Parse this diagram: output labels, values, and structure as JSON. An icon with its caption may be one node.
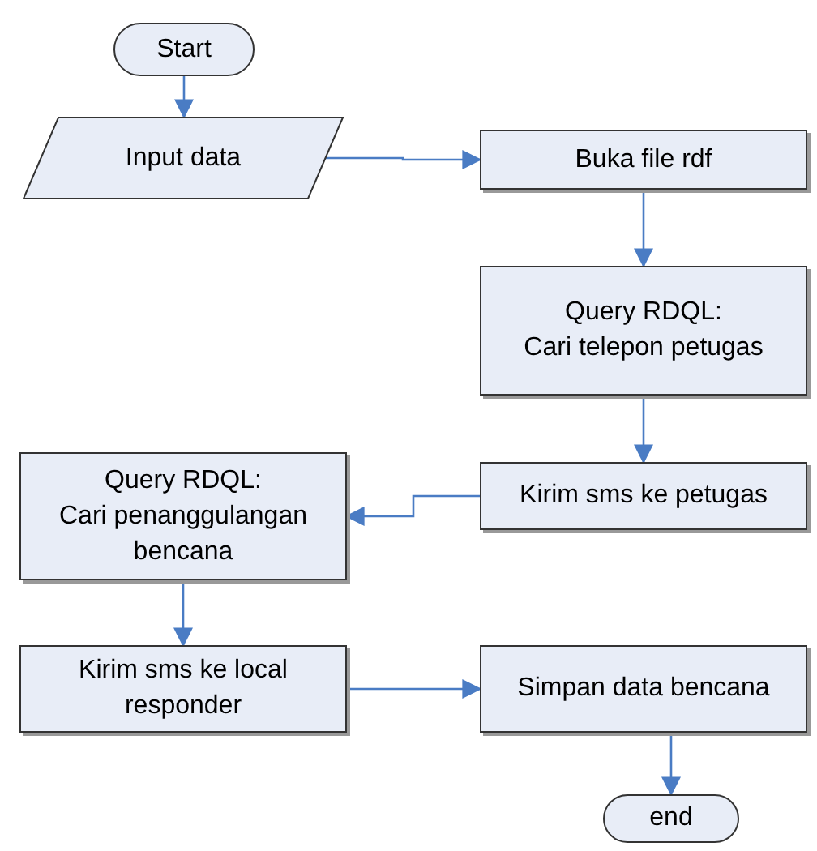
{
  "diagram": {
    "nodes": [
      {
        "text": [
          "Start"
        ]
      },
      {
        "text": [
          "Input data"
        ]
      },
      {
        "text": [
          "Buka file rdf"
        ]
      },
      {
        "text": [
          "Query RDQL:",
          "Cari telepon petugas"
        ]
      },
      {
        "text": [
          "Kirim sms ke petugas"
        ]
      },
      {
        "text": [
          "Query RDQL:",
          "Cari penanggulangan bencana"
        ]
      },
      {
        "text": [
          "Kirim sms ke local responder"
        ]
      },
      {
        "text": [
          "Simpan data bencana"
        ]
      },
      {
        "text": [
          "end"
        ]
      }
    ],
    "edges": [
      {
        "from": 0,
        "to": 1,
        "arrow": "to"
      },
      {
        "from": 1,
        "to": 2,
        "arrow": "to"
      },
      {
        "from": 2,
        "to": 3,
        "arrow": "to"
      },
      {
        "from": 3,
        "to": 4,
        "arrow": "to"
      },
      {
        "from": 4,
        "to": 5,
        "arrow": "to"
      },
      {
        "from": 5,
        "to": 6,
        "arrow": "to"
      },
      {
        "from": 6,
        "to": 7,
        "arrow": "to"
      },
      {
        "from": 7,
        "to": 8,
        "arrow": "to"
      }
    ]
  }
}
